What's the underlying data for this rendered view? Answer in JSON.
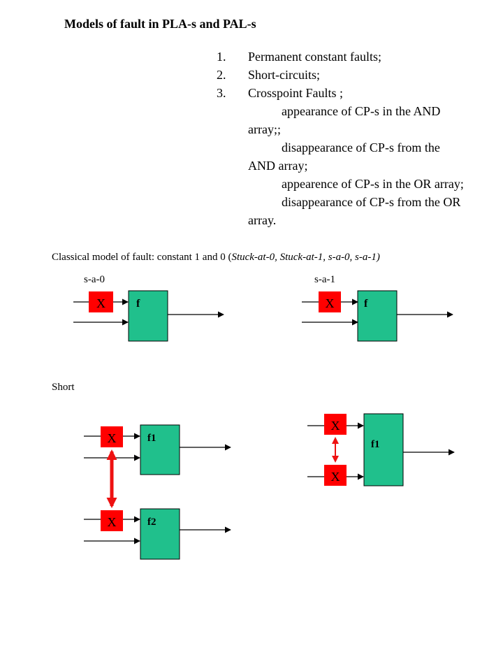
{
  "title": "Models of fault in PLA-s and PAL-s",
  "list": {
    "item1_num": "1.",
    "item1": "Permanent constant faults;",
    "item2_num": "2.",
    "item2": "Short-circuits;",
    "item3_num": "3.",
    "item3": "Crosspoint Faults ;",
    "sub1": "appearance of CP-s in the AND array;;",
    "sub2": "disappearance of CP-s from the AND array;",
    "sub3": "appearence of CP-s in the OR array;",
    "sub4": "disappearance of CP-s from the OR array."
  },
  "classical": {
    "prefix": "Classical model of fault: constant 1 and 0 (",
    "italic": "Stuck-at-0, Stuck-at-1, s-a-0, s-a-1)"
  },
  "stuck_at_0": {
    "label": "s-a-0",
    "fault_mark": "X",
    "gate_label": "f"
  },
  "stuck_at_1": {
    "label": "s-a-1",
    "fault_mark": "X",
    "gate_label": "f"
  },
  "short": {
    "label": "Short",
    "left": {
      "mark_top": "X",
      "mark_bottom": "X",
      "gate_top": "f1",
      "gate_bottom": "f2"
    },
    "right": {
      "mark_top": "X",
      "mark_bottom": "X",
      "gate": "f1"
    }
  },
  "colors": {
    "gate_fill": "#20c08c",
    "fault_fill": "#ff0000",
    "short_arrow": "#ee1111"
  }
}
